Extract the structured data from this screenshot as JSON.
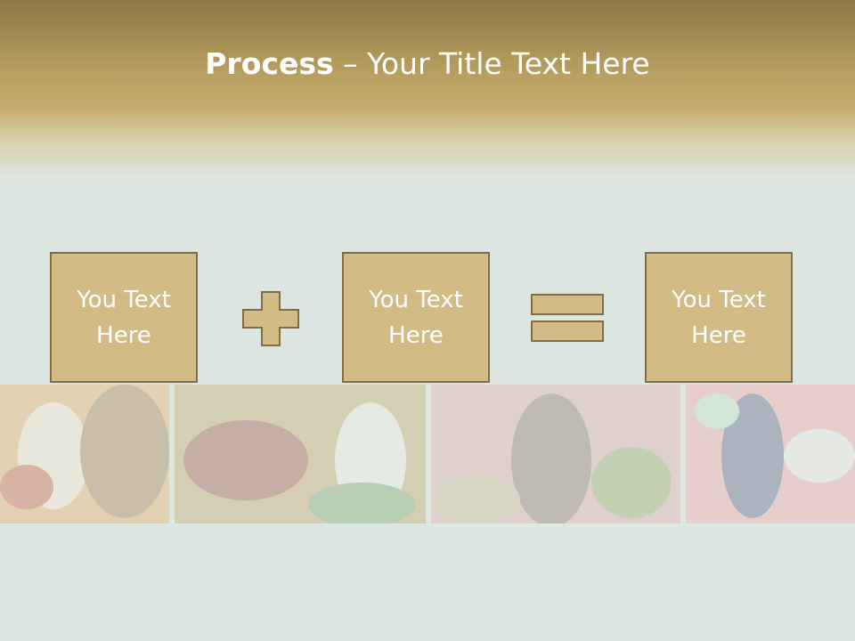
{
  "slide": {
    "title_bold": "Process",
    "title_rest": " – Your Title Text Here",
    "boxes": [
      {
        "text": "You Text Here"
      },
      {
        "text": "You Text Here"
      },
      {
        "text": "You Text Here"
      }
    ],
    "operators": [
      "plus-icon",
      "equals-icon"
    ],
    "colors": {
      "box_fill": "#d2bb84",
      "box_border": "#7f6d45",
      "header": "#b39a5c",
      "background": "#dce5e0"
    }
  }
}
